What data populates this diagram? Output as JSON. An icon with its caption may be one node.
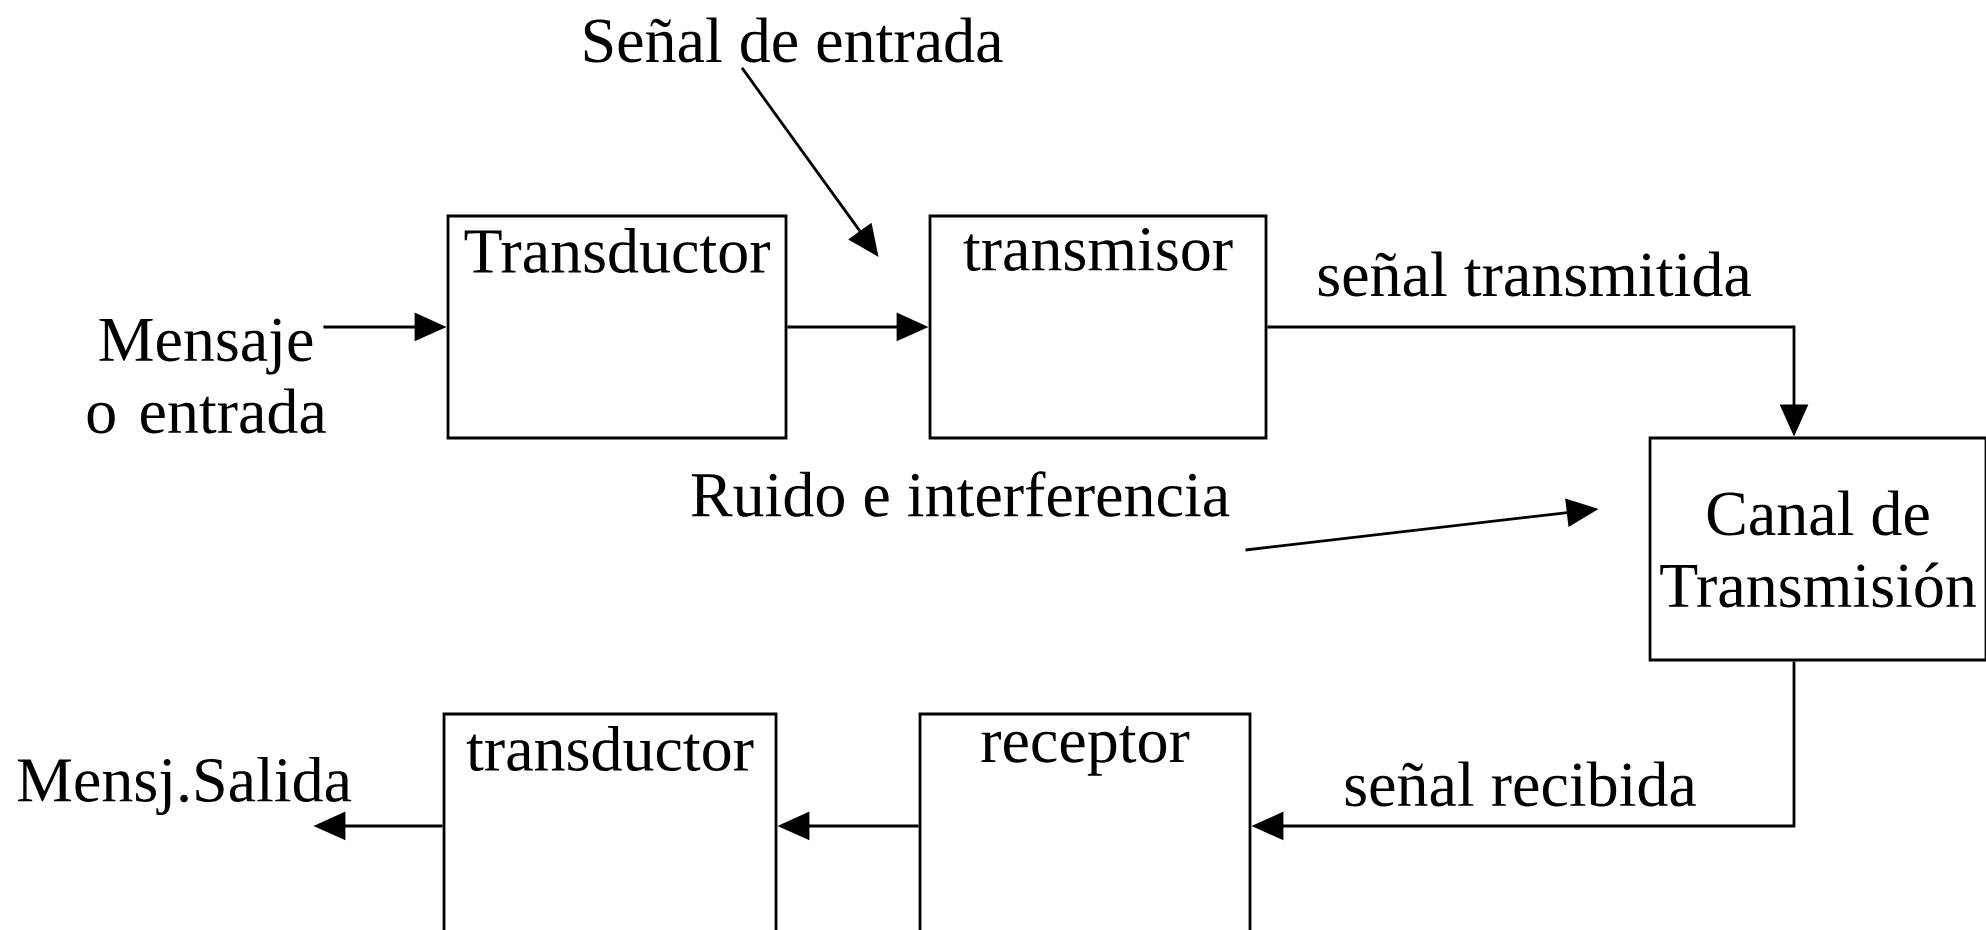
{
  "diagram": {
    "nodes": [
      {
        "text": [
          "Señal de entrada"
        ]
      },
      {
        "text": [
          "Mensaje o entrada"
        ]
      },
      {
        "text": [
          "Transductor"
        ]
      },
      {
        "text": [
          "transmisor"
        ]
      },
      {
        "text": [
          "Canal de Transmisión"
        ]
      },
      {
        "text": [
          "Ruido e interferencia"
        ]
      },
      {
        "text": [
          "Mensj.Salida"
        ]
      },
      {
        "text": [
          "transductor"
        ]
      },
      {
        "text": [
          "receptor"
        ]
      }
    ],
    "edges": [
      {
        "from": 1,
        "to": 2,
        "arrow": "to"
      },
      {
        "from": 2,
        "to": 3,
        "arrow": "to"
      },
      {
        "from": 0,
        "to": 3,
        "arrow": "to"
      },
      {
        "from": 3,
        "to": 4,
        "arrow": "to",
        "label": "señal transmitida"
      },
      {
        "from": 5,
        "to": 4,
        "arrow": "to"
      },
      {
        "from": 4,
        "to": 8,
        "arrow": "to",
        "label": "señal recibida"
      },
      {
        "from": 8,
        "to": 7,
        "arrow": "to"
      },
      {
        "from": 7,
        "to": 6,
        "arrow": "to"
      }
    ]
  }
}
